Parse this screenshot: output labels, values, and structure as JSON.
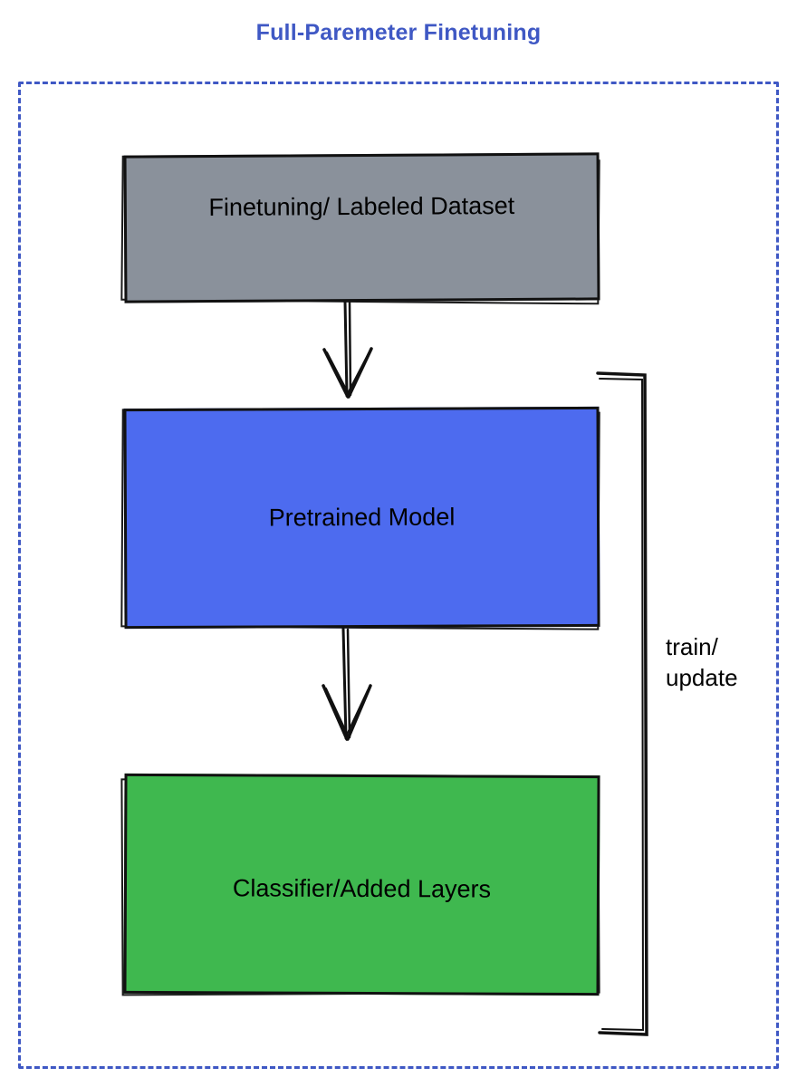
{
  "diagram": {
    "title": "Full-Paremeter Finetuning",
    "title_color": "#3f58c4",
    "frame": {
      "style": "dashed",
      "color": "#3f58c4"
    },
    "nodes": [
      {
        "id": "dataset",
        "label": "Finetuning/ Labeled Dataset",
        "fill": "#8a919b",
        "stroke": "#111111",
        "text_color": "#000000"
      },
      {
        "id": "model",
        "label": "Pretrained Model",
        "fill": "#4d6bef",
        "stroke": "#111111",
        "text_color": "#000000"
      },
      {
        "id": "classifier",
        "label": "Classifier/Added Layers",
        "fill": "#3fb84f",
        "stroke": "#111111",
        "text_color": "#000000"
      }
    ],
    "edges": [
      {
        "id": "dataset-to-model",
        "from": "dataset",
        "to": "model",
        "label": "",
        "arrow": "down"
      },
      {
        "id": "model-to-classifier",
        "from": "model",
        "to": "classifier",
        "label": "",
        "arrow": "down"
      },
      {
        "id": "feedback-loop",
        "from": "classifier",
        "to": "model",
        "label_line1": "train/",
        "label_line2": "update",
        "arrow": "none"
      }
    ]
  }
}
